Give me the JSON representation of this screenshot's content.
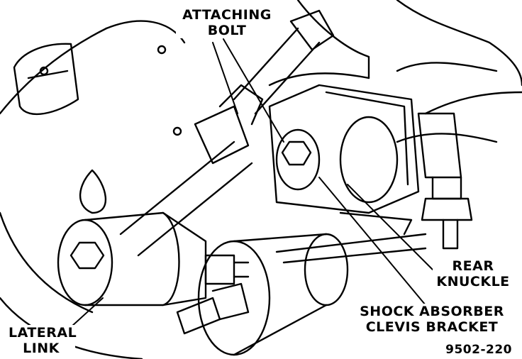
{
  "labels": {
    "attaching_bolt": {
      "line1": "ATTACHING",
      "line2": "BOLT"
    },
    "rear_knuckle": {
      "line1": "REAR",
      "line2": "KNUCKLE"
    },
    "shock_absorber_clevis_bracket": {
      "line1": "SHOCK ABSORBER",
      "line2": "CLEVIS BRACKET"
    },
    "lateral_link": {
      "line1": "LATERAL",
      "line2": "LINK"
    },
    "figure_number": "9502-220"
  },
  "colors": {
    "ink": "#000000",
    "paper": "#ffffff"
  }
}
